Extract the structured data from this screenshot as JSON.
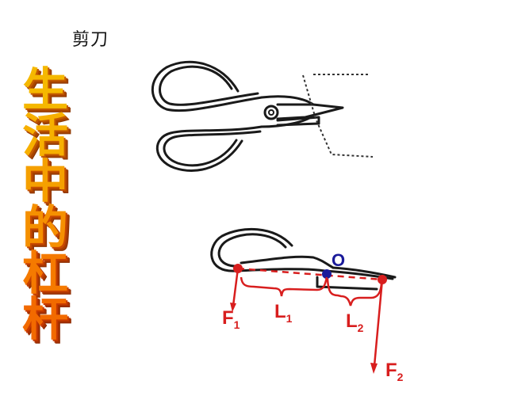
{
  "slide": {
    "label": "剪刀",
    "vertical_title": [
      "生",
      "活",
      "中",
      "的",
      "杠",
      "杆"
    ],
    "vertical_title_full": "生活中的杠杆"
  },
  "diagram": {
    "pivot": "O",
    "forces": [
      {
        "name": "F",
        "sub": "1"
      },
      {
        "name": "F",
        "sub": "2"
      }
    ],
    "arms": [
      {
        "name": "L",
        "sub": "1"
      },
      {
        "name": "L",
        "sub": "2"
      }
    ],
    "colors": {
      "force": "#d81e1e",
      "pivot": "#1a1a9a",
      "outline": "#1a1a1a"
    }
  }
}
